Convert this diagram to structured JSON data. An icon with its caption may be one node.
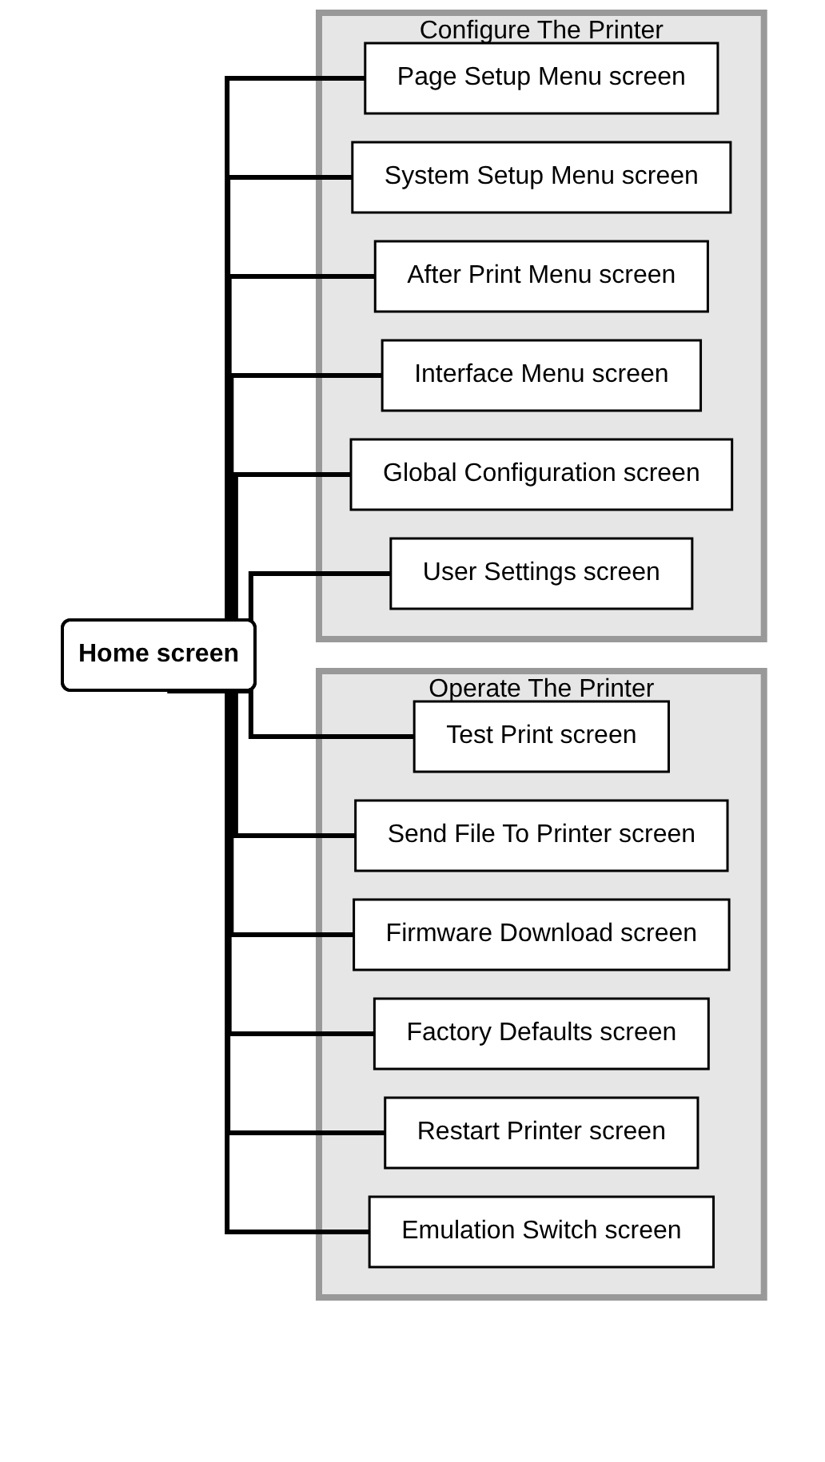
{
  "diagram": {
    "nodes": [
      {
        "text": [
          "Home screen"
        ]
      },
      {
        "text": [
          "Configure The Printer"
        ]
      },
      {
        "text": [
          "Page Setup Menu screen"
        ],
        "in": 1
      },
      {
        "text": [
          "System Setup Menu screen"
        ],
        "in": 1
      },
      {
        "text": [
          "After Print Menu screen"
        ],
        "in": 1
      },
      {
        "text": [
          "Interface Menu screen"
        ],
        "in": 1
      },
      {
        "text": [
          "Global Configuration screen"
        ],
        "in": 1
      },
      {
        "text": [
          "User Settings screen"
        ],
        "in": 1
      },
      {
        "text": [
          "Operate The Printer"
        ]
      },
      {
        "text": [
          "Test Print screen"
        ],
        "in": 8
      },
      {
        "text": [
          "Send File To Printer screen"
        ],
        "in": 8
      },
      {
        "text": [
          "Firmware Download screen"
        ],
        "in": 8
      },
      {
        "text": [
          "Factory Defaults screen"
        ],
        "in": 8
      },
      {
        "text": [
          "Restart Printer screen"
        ],
        "in": 8
      },
      {
        "text": [
          "Emulation Switch screen"
        ],
        "in": 8
      }
    ],
    "edges": [
      {
        "from": 0,
        "to": 2,
        "arrow": "none"
      },
      {
        "from": 0,
        "to": 3,
        "arrow": "none"
      },
      {
        "from": 0,
        "to": 4,
        "arrow": "none"
      },
      {
        "from": 0,
        "to": 5,
        "arrow": "none"
      },
      {
        "from": 0,
        "to": 6,
        "arrow": "none"
      },
      {
        "from": 0,
        "to": 7,
        "arrow": "none"
      },
      {
        "from": 0,
        "to": 9,
        "arrow": "none"
      },
      {
        "from": 0,
        "to": 10,
        "arrow": "none"
      },
      {
        "from": 0,
        "to": 11,
        "arrow": "none"
      },
      {
        "from": 0,
        "to": 12,
        "arrow": "none"
      },
      {
        "from": 0,
        "to": 13,
        "arrow": "none"
      },
      {
        "from": 0,
        "to": 14,
        "arrow": "none"
      }
    ]
  }
}
